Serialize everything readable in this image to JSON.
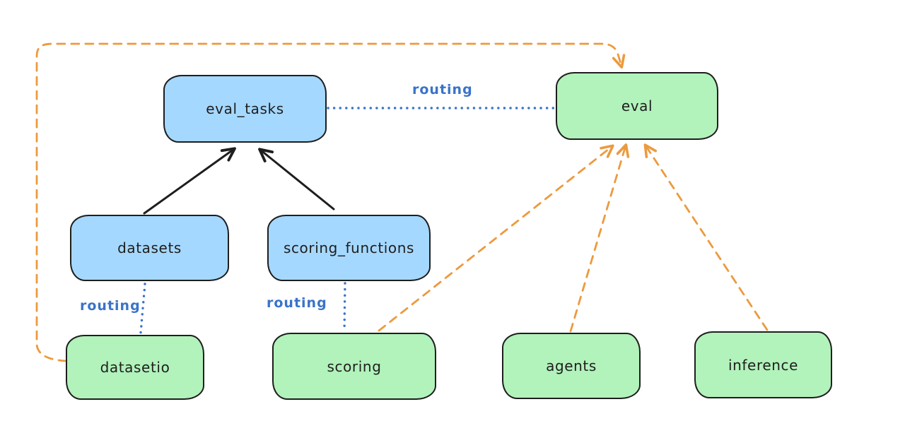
{
  "nodes": [
    {
      "id": "eval_tasks",
      "label": "eval_tasks",
      "kind": "api"
    },
    {
      "id": "eval",
      "label": "eval",
      "kind": "provider"
    },
    {
      "id": "datasets",
      "label": "datasets",
      "kind": "api"
    },
    {
      "id": "scoring_functions",
      "label": "scoring_functions",
      "kind": "api"
    },
    {
      "id": "datasetio",
      "label": "datasetio",
      "kind": "provider"
    },
    {
      "id": "scoring",
      "label": "scoring",
      "kind": "provider"
    },
    {
      "id": "agents",
      "label": "agents",
      "kind": "provider"
    },
    {
      "id": "inference",
      "label": "inference",
      "kind": "provider"
    }
  ],
  "edge_labels": [
    {
      "text": "routing",
      "between": "eval_tasks - eval"
    },
    {
      "text": "routing",
      "between": "datasets - datasetio"
    },
    {
      "text": "routing",
      "between": "scoring_functions - scoring"
    }
  ],
  "colors": {
    "blue_node_fill": "#a5d8ff",
    "green_node_fill": "#b2f2bb",
    "node_stroke": "#1e1e1e",
    "black_arrow": "#1e1e1e",
    "orange_arrow": "#ec9a3e",
    "routing_blue": "#3a73c8"
  }
}
